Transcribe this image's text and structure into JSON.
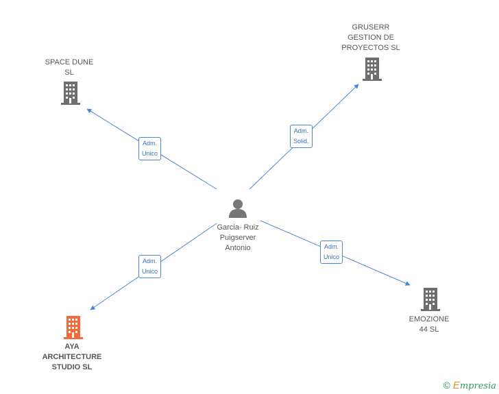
{
  "person": {
    "name": "Garcia- Ruiz\nPuigserver\nAntonio",
    "icon": "person-icon"
  },
  "companies": [
    {
      "id": "space-dune",
      "label": "SPACE DUNE\nSL",
      "icon": "building-icon",
      "color": "#6e6e6e",
      "highlight": false
    },
    {
      "id": "gruserr",
      "label": "GRUSERR\nGESTION DE\nPROYECTOS  SL",
      "icon": "building-icon",
      "color": "#6e6e6e",
      "highlight": false
    },
    {
      "id": "emozione",
      "label": "EMOZIONE\n44  SL",
      "icon": "building-icon",
      "color": "#6e6e6e",
      "highlight": false
    },
    {
      "id": "aya",
      "label": "AYA\nARCHITECTURE\nSTUDIO  SL",
      "icon": "building-icon",
      "color": "#f26a3d",
      "highlight": true
    }
  ],
  "relations": [
    {
      "to": "space-dune",
      "label": "Adm.\nUnico"
    },
    {
      "to": "gruserr",
      "label": "Adm.\nSolid."
    },
    {
      "to": "emozione",
      "label": "Adm.\nUnico"
    },
    {
      "to": "aya",
      "label": "Adm.\nUnico"
    }
  ],
  "colors": {
    "edge": "#4a86d4",
    "building": "#6e6e6e",
    "highlight": "#f26a3d",
    "person": "#777777"
  },
  "brand": {
    "symbol": "©",
    "initial": "E",
    "rest": "mpresia"
  }
}
